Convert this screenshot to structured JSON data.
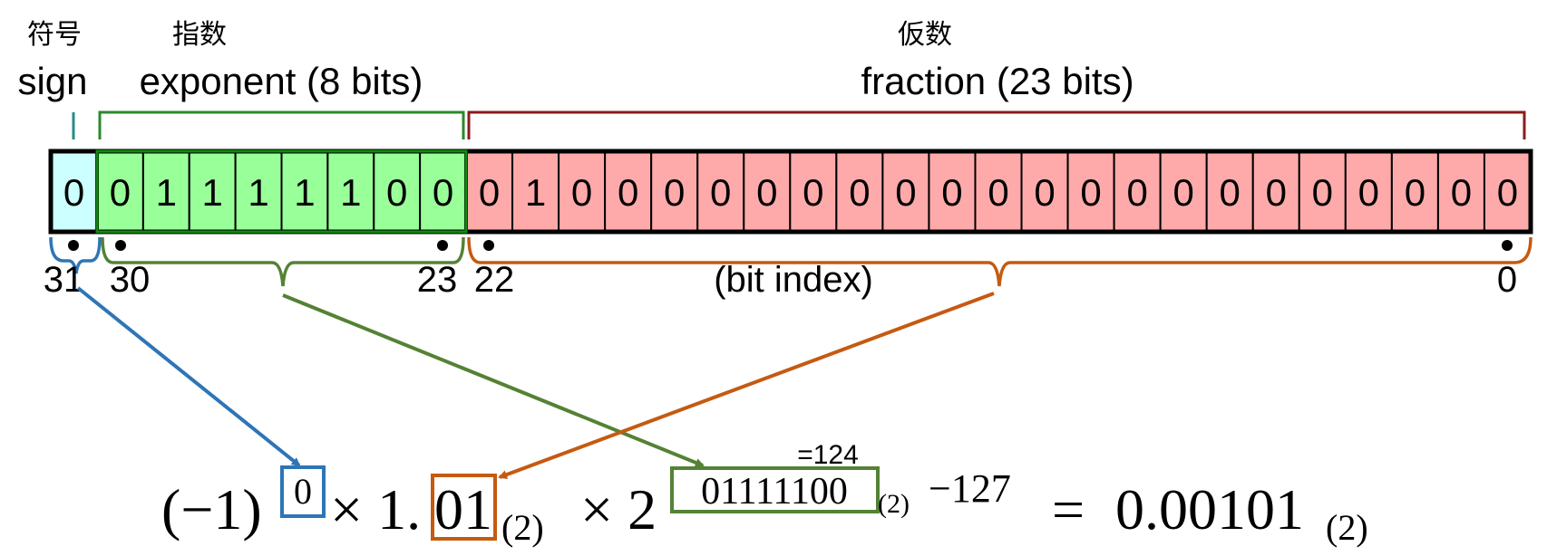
{
  "labels": {
    "sign_cn": "符号",
    "sign_en": "sign",
    "exponent_cn": "指数",
    "exponent_en": "exponent (8 bits)",
    "fraction_cn": "仮数",
    "fraction_en": "fraction (23 bits)",
    "bit_index": "(bit index)"
  },
  "bit_indices": {
    "b31": "31",
    "b30": "30",
    "b23": "23",
    "b22": "22",
    "b0": "0"
  },
  "bits": {
    "sign": [
      "0"
    ],
    "exponent": [
      "0",
      "1",
      "1",
      "1",
      "1",
      "1",
      "0",
      "0"
    ],
    "fraction": [
      "0",
      "1",
      "0",
      "0",
      "0",
      "0",
      "0",
      "0",
      "0",
      "0",
      "0",
      "0",
      "0",
      "0",
      "0",
      "0",
      "0",
      "0",
      "0",
      "0",
      "0",
      "0",
      "0"
    ]
  },
  "formula": {
    "open": "(−1)",
    "sign_exp": "0",
    "times1": "× 1.",
    "mantissa": "01",
    "base_sub1": "(2)",
    "times2": "× 2",
    "exp_bits": "01111100",
    "exp_sub": "(2)",
    "minus_bias": "−127",
    "equals": "=",
    "result": "0.00101",
    "result_sub": "(2)",
    "exp_decimal": "=124"
  },
  "colors": {
    "sign_fill": "#ccffff",
    "exponent_fill": "#99ff99",
    "fraction_fill": "#ffaaaa",
    "sign_bracket": "#2a8a8a",
    "exponent_bracket": "#2a8a2a",
    "fraction_bracket": "#8b1a1a",
    "blue": "#2e75b6",
    "green": "#548235",
    "orange": "#c55a11"
  }
}
